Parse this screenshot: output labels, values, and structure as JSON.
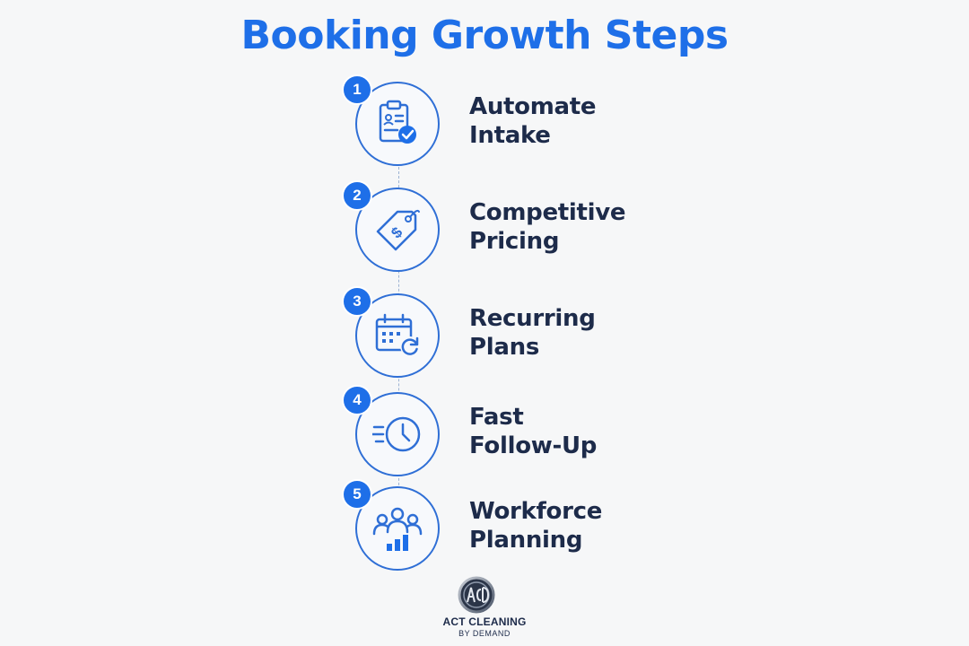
{
  "title": "Booking Growth Steps",
  "accent_color": "#1e6fe8",
  "text_color": "#1d2b4a",
  "steps": [
    {
      "number": "1",
      "line1": "Automate",
      "line2": "Intake",
      "icon": "clipboard-check-icon"
    },
    {
      "number": "2",
      "line1": "Competitive",
      "line2": "Pricing",
      "icon": "price-tag-icon"
    },
    {
      "number": "3",
      "line1": "Recurring",
      "line2": "Plans",
      "icon": "calendar-repeat-icon"
    },
    {
      "number": "4",
      "line1": "Fast",
      "line2": "Follow-Up",
      "icon": "fast-clock-icon"
    },
    {
      "number": "5",
      "line1": "Workforce",
      "line2": "Planning",
      "icon": "team-chart-icon"
    }
  ],
  "logo": {
    "name": "ACT CLEANING",
    "tagline": "BY DEMAND"
  }
}
